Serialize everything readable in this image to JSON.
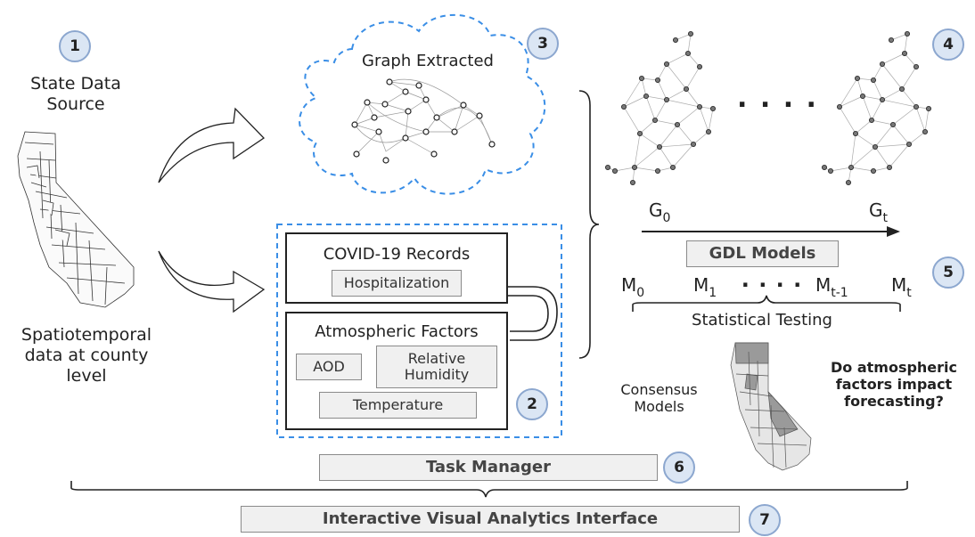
{
  "steps": [
    "1",
    "2",
    "3",
    "4",
    "5",
    "6",
    "7"
  ],
  "source": {
    "title_line1": "State Data",
    "title_line2": "Source",
    "caption_line1": "Spatiotemporal",
    "caption_line2": "data at county level"
  },
  "graph": {
    "title": "Graph Extracted"
  },
  "records": {
    "covid_title": "COVID-19 Records",
    "hospitalization": "Hospitalization",
    "atmo_title": "Atmospheric Factors",
    "aod": "AOD",
    "humidity_line1": "Relative",
    "humidity_line2": "Humidity",
    "temperature": "Temperature"
  },
  "gdl": {
    "ellipsis": ". . . .",
    "g0": "G",
    "g0_sub": "0",
    "gt": "G",
    "gt_sub": "t",
    "models_label": "GDL Models"
  },
  "models": {
    "m0": "M",
    "m0_sub": "0",
    "m1": "M",
    "m1_sub": "1",
    "dots": ". . . .",
    "mt1": "M",
    "mt1_sub": "t-1",
    "mt": "M",
    "mt_sub": "t",
    "testing": "Statistical Testing"
  },
  "consensus": {
    "line1": "Consensus",
    "line2": "Models"
  },
  "question": {
    "line1": "Do atmospheric",
    "line2": "factors impact",
    "line3": "forecasting?"
  },
  "task_manager": "Task Manager",
  "interface": "Interactive Visual Analytics Interface",
  "colors": {
    "accent": "#3a8ee6",
    "badge_fill": "#dbe6f4",
    "badge_border": "#8ca7cf"
  }
}
